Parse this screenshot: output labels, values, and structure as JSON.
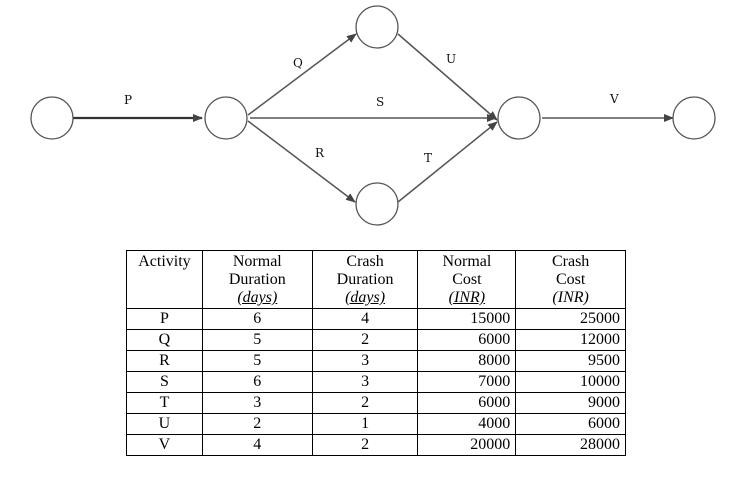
{
  "diagram": {
    "edges": [
      {
        "id": "P",
        "label": "P"
      },
      {
        "id": "Q",
        "label": "Q"
      },
      {
        "id": "R",
        "label": "R"
      },
      {
        "id": "S",
        "label": "S"
      },
      {
        "id": "T",
        "label": "T"
      },
      {
        "id": "U",
        "label": "U"
      },
      {
        "id": "V",
        "label": "V"
      }
    ]
  },
  "table": {
    "headers": {
      "activity": "Activity",
      "normal_duration": [
        "Normal",
        "Duration",
        "(days)"
      ],
      "crash_duration": [
        "Crash",
        "Duration",
        "(days)"
      ],
      "normal_cost": [
        "Normal",
        "Cost",
        "(INR)"
      ],
      "crash_cost": [
        "Crash",
        "Cost",
        "(INR)"
      ]
    },
    "rows": [
      {
        "activity": "P",
        "normal_duration": "6",
        "crash_duration": "4",
        "normal_cost": "15000",
        "crash_cost": "25000"
      },
      {
        "activity": "Q",
        "normal_duration": "5",
        "crash_duration": "2",
        "normal_cost": "6000",
        "crash_cost": "12000"
      },
      {
        "activity": "R",
        "normal_duration": "5",
        "crash_duration": "3",
        "normal_cost": "8000",
        "crash_cost": "9500"
      },
      {
        "activity": "S",
        "normal_duration": "6",
        "crash_duration": "3",
        "normal_cost": "7000",
        "crash_cost": "10000"
      },
      {
        "activity": "T",
        "normal_duration": "3",
        "crash_duration": "2",
        "normal_cost": "6000",
        "crash_cost": "9000"
      },
      {
        "activity": "U",
        "normal_duration": "2",
        "crash_duration": "1",
        "normal_cost": "4000",
        "crash_cost": "6000"
      },
      {
        "activity": "V",
        "normal_duration": "4",
        "crash_duration": "2",
        "normal_cost": "20000",
        "crash_cost": "28000"
      }
    ]
  }
}
